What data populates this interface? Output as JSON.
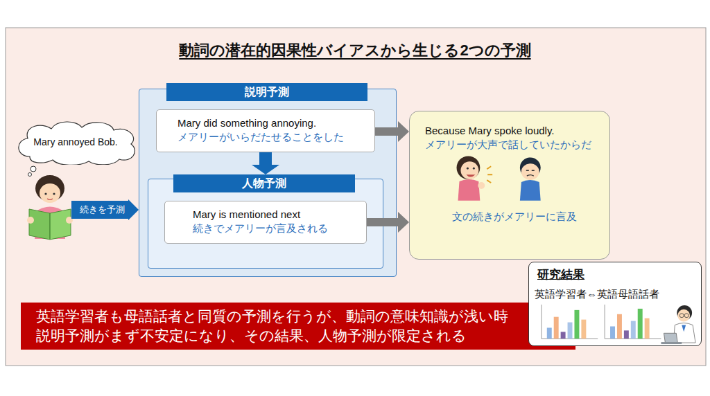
{
  "diagram": {
    "title": "動詞の潜在的因果性バイアスから生じる2つの予測",
    "nodes": [
      {
        "text": [
          "Mary annoyed Bob."
        ]
      },
      {
        "text": [
          "続きを予測"
        ]
      },
      {
        "text": [
          "説明予測"
        ]
      },
      {
        "text": [
          "Mary did something annoying.",
          "メアリーがいらだたせることをした"
        ],
        "in": 2
      },
      {
        "text": [
          "人物予測"
        ],
        "in": 2
      },
      {
        "text": [
          "Mary is mentioned next",
          "続きでメアリーが言及される"
        ],
        "in": 4
      },
      {
        "text": [
          "Because Mary spoke loudly.",
          "メアリーが大声で話していたからだ",
          "文の続きがメアリーに言及"
        ]
      },
      {
        "text": [
          "英語学習者も母語話者と同質の予測を行うが、動詞の意味知識が浅い時 説明予測がまず不安定になり、その結果、人物予測が限定される"
        ]
      },
      {
        "text": [
          "研究結果",
          "英語学習者⇔英語母語話者"
        ]
      }
    ],
    "edges": [
      {
        "from": 3,
        "to": 4,
        "arrow": "to"
      },
      {
        "from": 3,
        "to": 6,
        "arrow": "to"
      },
      {
        "from": 5,
        "to": 6,
        "arrow": "to"
      }
    ]
  }
}
